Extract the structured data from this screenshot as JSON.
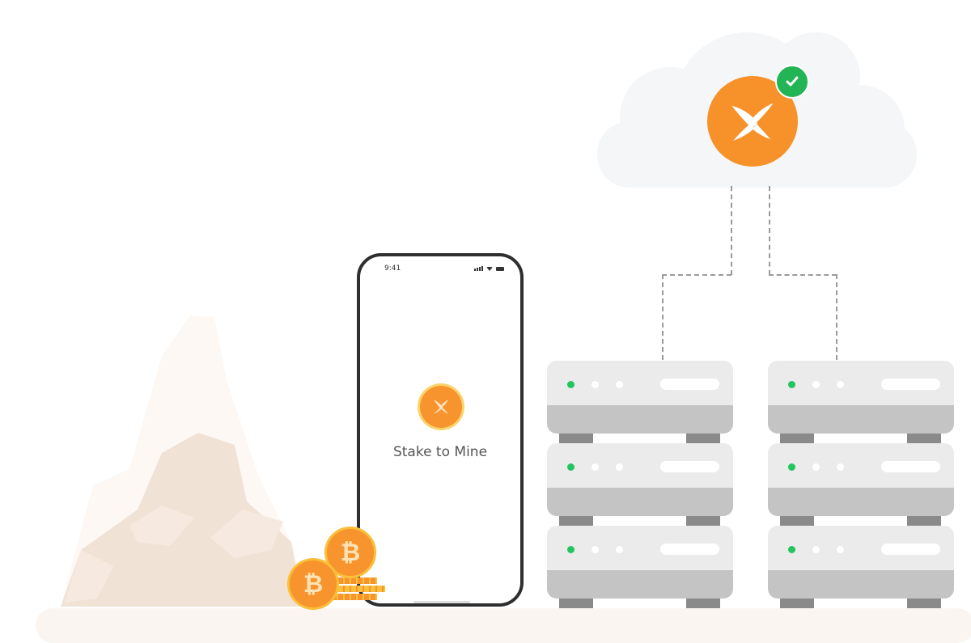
{
  "phone": {
    "status_time": "9:41",
    "app_title": "Stake to Mine",
    "app_icon": "brand-x-logo-icon"
  },
  "cloud": {
    "logo_icon": "brand-x-logo-icon",
    "status_icon": "check-icon",
    "status_color": "#22b455"
  },
  "colors": {
    "brand_orange": "#f7922a",
    "coin_gold": "#fbbf3a",
    "server_light": "#ebebeb",
    "server_dark": "#c4c4c4",
    "led_green": "#22c55e",
    "ground": "#faf5f0",
    "mountain": "#f0e1d5"
  },
  "servers": {
    "racks": 2,
    "units_per_rack": 3
  },
  "coins": [
    {
      "symbol": "₿"
    },
    {
      "symbol": "₿"
    }
  ]
}
